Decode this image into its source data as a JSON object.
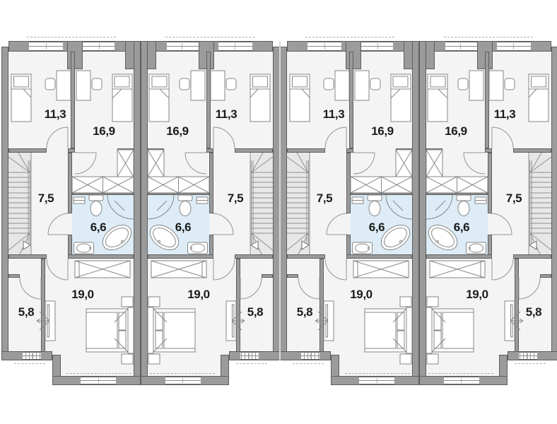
{
  "plan": {
    "name": "townhouse-upper-floor-plan",
    "units": [
      {
        "id": "1",
        "mirrored": false,
        "rooms": {
          "bedroom_a": "11,3",
          "bedroom_b": "16,9",
          "hall": "7,5",
          "bathroom": "6,6",
          "bedroom_master": "19,0",
          "dressing": "5,8"
        }
      },
      {
        "id": "2",
        "mirrored": true,
        "rooms": {
          "bedroom_a": "11,3",
          "bedroom_b": "16,9",
          "hall": "7,5",
          "bathroom": "6,6",
          "bedroom_master": "19,0",
          "dressing": "5,8"
        }
      },
      {
        "id": "3",
        "mirrored": false,
        "rooms": {
          "bedroom_a": "11,3",
          "bedroom_b": "16,9",
          "hall": "7,5",
          "bathroom": "6,6",
          "bedroom_master": "19,0",
          "dressing": "5,8"
        }
      },
      {
        "id": "4",
        "mirrored": true,
        "rooms": {
          "bedroom_a": "11,3",
          "bedroom_b": "16,9",
          "hall": "7,5",
          "bathroom": "6,6",
          "bedroom_master": "19,0",
          "dressing": "5,8"
        }
      }
    ],
    "colors": {
      "wall_fill": "#9b9b9b",
      "wall_outline": "#5e5e5e",
      "floor": "#f4f4f4",
      "bathroom_floor": "#ddecf6",
      "stairs_floor": "#e7e7e7",
      "furniture_line": "#868686",
      "label_text": "#1b1b1b"
    }
  }
}
